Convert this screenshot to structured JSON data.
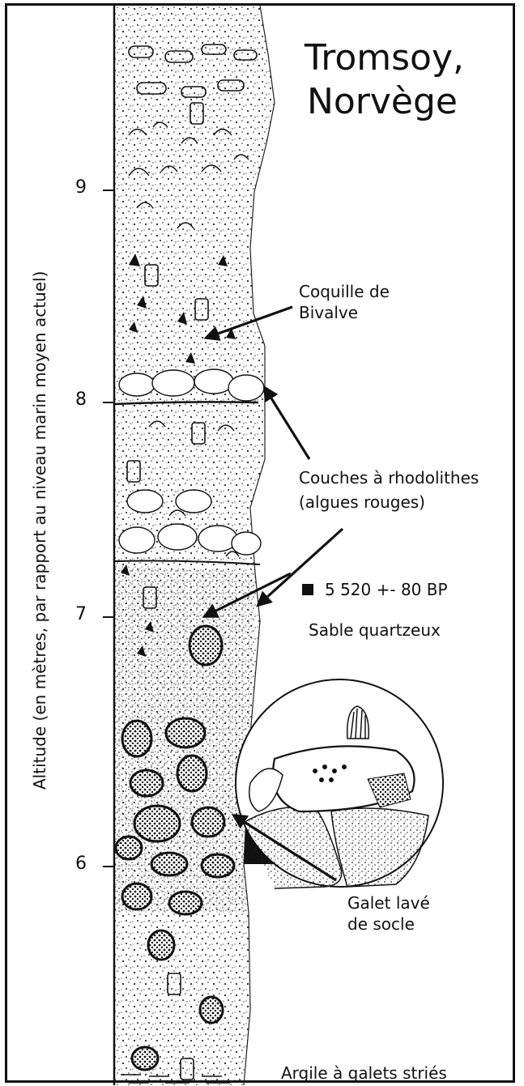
{
  "title": {
    "line1": "Tromsoy,",
    "line2": "Norvège"
  },
  "axis": {
    "label": "Altitude (en mètres, par rapport au niveau marin moyen actuel)",
    "ticks": [
      "9",
      "8",
      "7",
      "6"
    ]
  },
  "labels": {
    "bivalve_1": "Coquille de",
    "bivalve_2": "Bivalve",
    "rhodolithes_1": "Couches à rhodolithes",
    "rhodolithes_2": "(algues rouges)",
    "date": "5 520 +- 80  BP",
    "sable": "Sable quartzeux",
    "galet_1": "Galet lavé",
    "galet_2": "de socle",
    "argile": "Argile à galets striés"
  },
  "colors": {
    "ink": "#111111",
    "background": "#ffffff"
  }
}
